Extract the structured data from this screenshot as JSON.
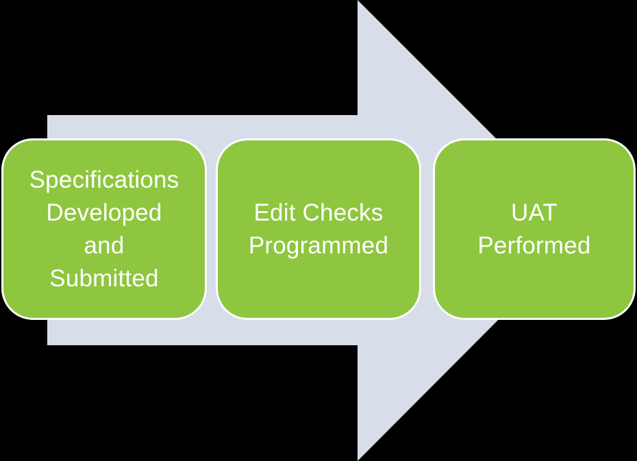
{
  "diagram": {
    "type": "process-flow-arrow",
    "direction": "right",
    "background_color": "#000000",
    "arrow_color": "#d7dde9",
    "step_fill_color": "#8ec63f",
    "step_border_color": "#ffffff",
    "step_text_color": "#ffffff",
    "steps": [
      {
        "label": "Specifications\nDeveloped\nand\nSubmitted"
      },
      {
        "label": "Edit Checks\nProgrammed"
      },
      {
        "label": "UAT\nPerformed"
      }
    ]
  }
}
